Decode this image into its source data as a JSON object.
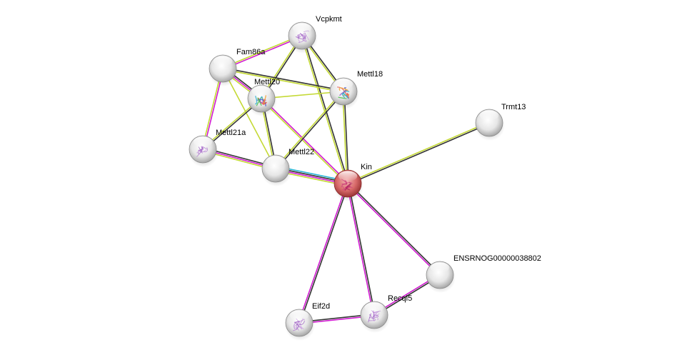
{
  "title": "STRING protein interaction network",
  "colors": {
    "node_default": "#d9d9d9",
    "node_query": "#d05a5a",
    "edge_textmining": "#c4d934",
    "edge_coexpression": "#333333",
    "edge_experiments": "#d01ad0",
    "edge_database": "#21b4d4",
    "edge_homology": "#b0a0e0"
  },
  "nodes": [
    {
      "id": "vcpkmt",
      "label": "Vcpkmt",
      "structure": "purple-fold",
      "query": false
    },
    {
      "id": "fam86a",
      "label": "Fam86a",
      "structure": "none",
      "query": false
    },
    {
      "id": "mettl20",
      "label": "Mettl20",
      "structure": "rainbow-fold",
      "query": false
    },
    {
      "id": "mettl18",
      "label": "Mettl18",
      "structure": "rainbow-fold",
      "query": false
    },
    {
      "id": "trmt13",
      "label": "Trmt13",
      "structure": "none",
      "query": false
    },
    {
      "id": "mettl21a",
      "label": "Mettl21a",
      "structure": "purple-fold",
      "query": false
    },
    {
      "id": "mettl22",
      "label": "Mettl22",
      "structure": "none",
      "query": false
    },
    {
      "id": "kin",
      "label": "Kin",
      "structure": "magenta-fold",
      "query": true
    },
    {
      "id": "ensrnog",
      "label": "ENSRNOG00000038802",
      "structure": "none",
      "query": false
    },
    {
      "id": "eif2d",
      "label": "Eif2d",
      "structure": "purple-fold",
      "query": false
    },
    {
      "id": "recql5",
      "label": "Recql5",
      "structure": "purple-fold",
      "query": false
    }
  ],
  "edges": [
    {
      "source": "vcpkmt",
      "target": "fam86a",
      "evidence": [
        "experiments",
        "textmining"
      ]
    },
    {
      "source": "vcpkmt",
      "target": "mettl20",
      "evidence": [
        "coexpression",
        "textmining"
      ]
    },
    {
      "source": "vcpkmt",
      "target": "mettl18",
      "evidence": [
        "coexpression",
        "textmining"
      ]
    },
    {
      "source": "vcpkmt",
      "target": "kin",
      "evidence": [
        "coexpression",
        "textmining"
      ]
    },
    {
      "source": "fam86a",
      "target": "mettl20",
      "evidence": [
        "coexpression",
        "experiments",
        "textmining"
      ]
    },
    {
      "source": "fam86a",
      "target": "mettl18",
      "evidence": [
        "coexpression",
        "textmining"
      ]
    },
    {
      "source": "fam86a",
      "target": "mettl21a",
      "evidence": [
        "experiments",
        "textmining"
      ]
    },
    {
      "source": "fam86a",
      "target": "mettl22",
      "evidence": [
        "textmining"
      ]
    },
    {
      "source": "mettl20",
      "target": "mettl18",
      "evidence": [
        "textmining"
      ]
    },
    {
      "source": "mettl20",
      "target": "mettl21a",
      "evidence": [
        "coexpression",
        "textmining"
      ]
    },
    {
      "source": "mettl20",
      "target": "mettl22",
      "evidence": [
        "coexpression",
        "textmining"
      ]
    },
    {
      "source": "mettl20",
      "target": "kin",
      "evidence": [
        "experiments",
        "textmining"
      ]
    },
    {
      "source": "mettl18",
      "target": "mettl22",
      "evidence": [
        "coexpression",
        "textmining"
      ]
    },
    {
      "source": "mettl18",
      "target": "kin",
      "evidence": [
        "coexpression",
        "textmining"
      ]
    },
    {
      "source": "mettl21a",
      "target": "mettl22",
      "evidence": [
        "coexpression",
        "experiments",
        "textmining"
      ]
    },
    {
      "source": "mettl22",
      "target": "kin",
      "evidence": [
        "database",
        "coexpression",
        "experiments",
        "textmining"
      ]
    },
    {
      "source": "trmt13",
      "target": "kin",
      "evidence": [
        "coexpression",
        "textmining"
      ]
    },
    {
      "source": "kin",
      "target": "ensrnog",
      "evidence": [
        "coexpression",
        "experiments"
      ]
    },
    {
      "source": "kin",
      "target": "eif2d",
      "evidence": [
        "coexpression",
        "experiments"
      ]
    },
    {
      "source": "kin",
      "target": "recql5",
      "evidence": [
        "coexpression",
        "experiments"
      ]
    },
    {
      "source": "ensrnog",
      "target": "recql5",
      "evidence": [
        "coexpression",
        "experiments"
      ]
    },
    {
      "source": "eif2d",
      "target": "recql5",
      "evidence": [
        "coexpression",
        "experiments"
      ]
    }
  ]
}
